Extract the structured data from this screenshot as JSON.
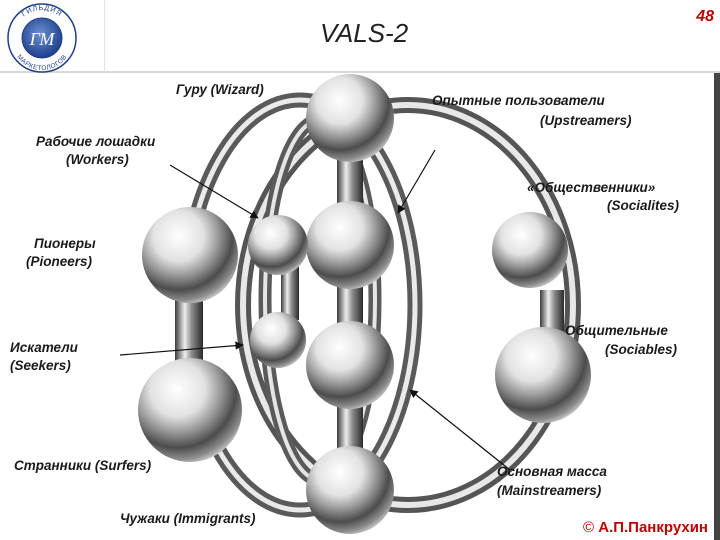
{
  "header": {
    "title": "VALS-2",
    "page_number": "48",
    "logo_text": "ГИЛЬДИЯ МАРКЕТОЛОГОВ"
  },
  "diagram": {
    "labels": {
      "wizard": "Гуру (Wizard)",
      "workers_ru": "Рабочие лошадки",
      "workers_en": "(Workers)",
      "pioneers_ru": "Пионеры",
      "pioneers_en": "(Pioneers)",
      "seekers_ru": "Искатели",
      "seekers_en": "(Seekers)",
      "surfers": "Странники (Surfers)",
      "immigrants": "Чужаки (Immigrants)",
      "upstreamers_ru": "Опытные пользователи",
      "upstreamers_en": "(Upstreamers)",
      "socialites_ru": "«Общественники»",
      "socialites_en": "(Socialites)",
      "sociables_ru": "Общительные",
      "sociables_en": "(Sociables)",
      "mainstreamers_ru": "Основная масса",
      "mainstreamers_en": "(Mainstreamers)"
    }
  },
  "footer": {
    "copyright_symbol": "©",
    "copyright_name": "А.П.Панкрухин"
  },
  "colors": {
    "accent": "#c00000",
    "sphere_light": "#f4f4f4",
    "sphere_dark": "#5a5a5a"
  }
}
